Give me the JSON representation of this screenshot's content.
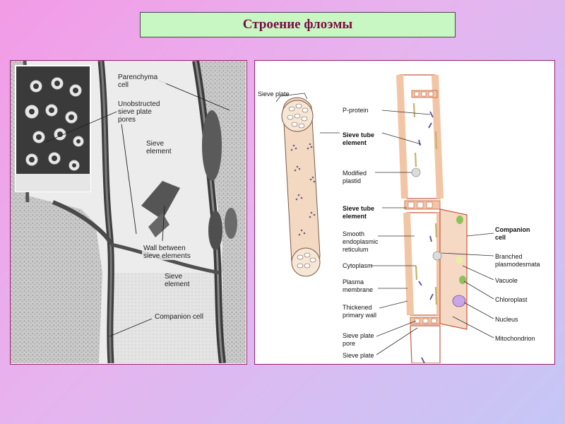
{
  "slide": {
    "title": "Строение флоэмы"
  },
  "micrograph": {
    "labels": {
      "parenchyma_cell": [
        "Parenchyma",
        "cell"
      ],
      "unobstructed_pores": [
        "Unobstructed",
        "sieve plate",
        "pores"
      ],
      "sieve_element_top": [
        "Sieve",
        "element"
      ],
      "wall_between": [
        "Wall between",
        "sieve elements"
      ],
      "sieve_element_bottom": [
        "Sieve",
        "element"
      ],
      "companion_cell": [
        "Companion cell"
      ]
    }
  },
  "drawing": {
    "labels": {
      "sieve_plate_top": [
        "Sieve plate"
      ],
      "p_protein": [
        "P-protein"
      ],
      "sieve_tube_element_1": [
        "Sieve tube",
        "element"
      ],
      "modified_plastid": [
        "Modified",
        "plastid"
      ],
      "sieve_tube_element_2": [
        "Sieve tube",
        "element"
      ],
      "smooth_er": [
        "Smooth",
        "endoplasmic",
        "reticulum"
      ],
      "cytoplasm": [
        "Cytoplasm"
      ],
      "plasma_membrane": [
        "Plasma",
        "membrane"
      ],
      "thickened_wall": [
        "Thickened",
        "primary wall"
      ],
      "sieve_plate_pore": [
        "Sieve plate",
        "pore"
      ],
      "sieve_plate_bottom": [
        "Sieve plate"
      ],
      "companion_cell": [
        "Companion",
        "cell"
      ],
      "branched_plasmodesmata": [
        "Branched",
        "plasmodesmata"
      ],
      "vacuole": [
        "Vacuole"
      ],
      "chloroplast": [
        "Chloroplast"
      ],
      "nucleus": [
        "Nucleus"
      ],
      "mitochondrion": [
        "Mitochondrion"
      ]
    }
  },
  "colors": {
    "title_text": "#7a0b45",
    "title_bg": "#c9f7c3",
    "panel_border": "#9c1d6e",
    "wall_fill": "#f2c6a4",
    "wall_stroke": "#c55a3d"
  }
}
